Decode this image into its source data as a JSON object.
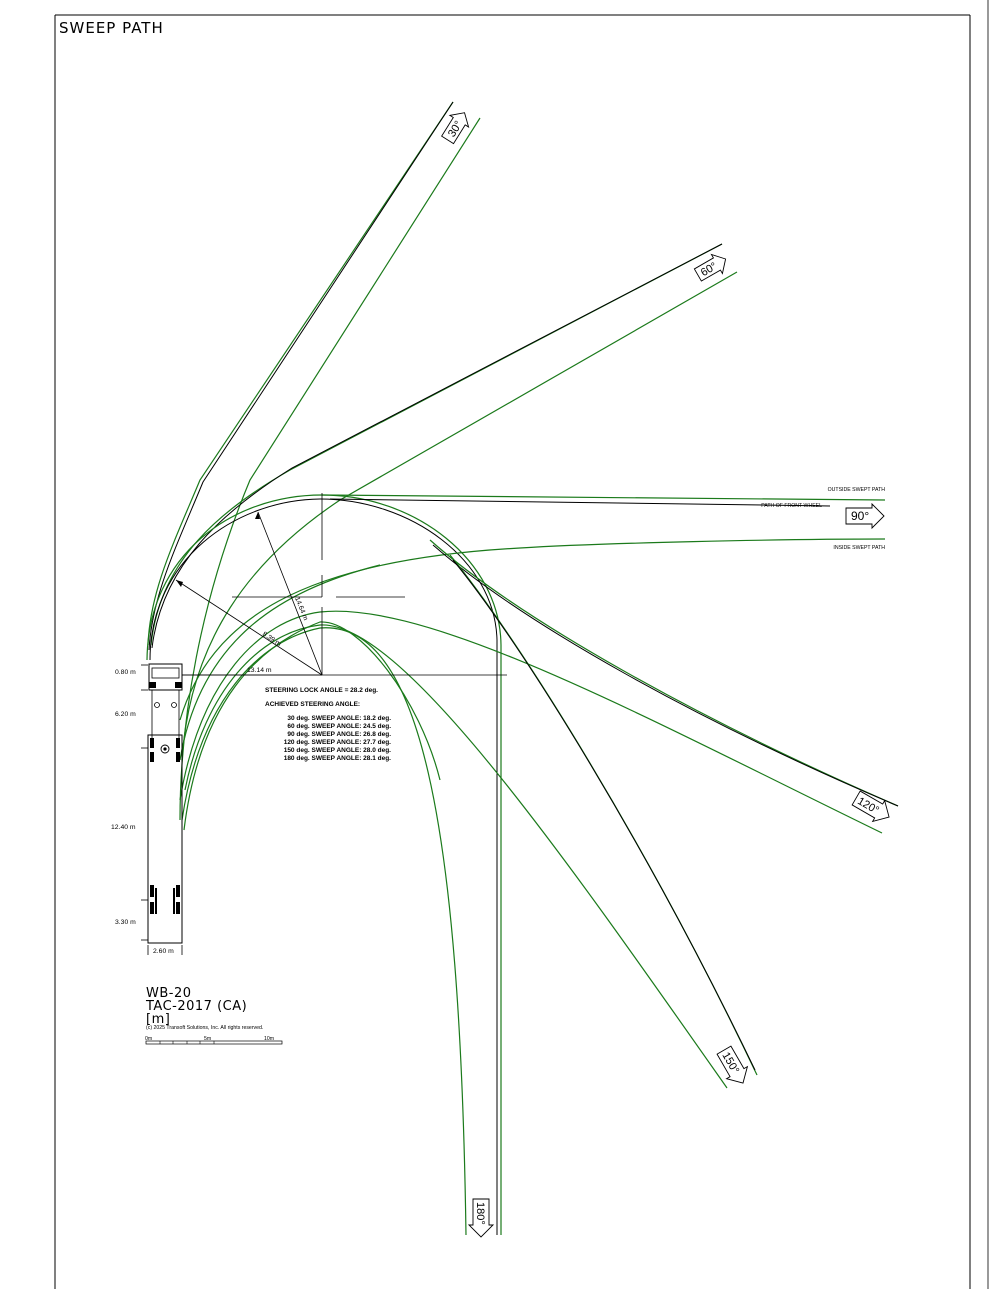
{
  "title": "SWEEP PATH",
  "labels": {
    "outside": "OUTSIDE SWEPT PATH",
    "front": "PATH OF FRONT WHEEL",
    "inside": "INSIDE SWEPT PATH"
  },
  "arrows": {
    "a30": "30°",
    "a60": "60°",
    "a90": "90°",
    "a120": "120°",
    "a150": "150°",
    "a180": "180°"
  },
  "dimensions": {
    "d080": "0.80 m",
    "d620": "6.20 m",
    "d1240": "12.40 m",
    "d330": "3.30 m",
    "d260": "2.60 m",
    "d1314": "13.14 m",
    "d839": "8.39 m",
    "d1464": "14.64 m"
  },
  "steering": {
    "lock": "STEERING LOCK ANGLE = 28.2 deg.",
    "achieved": "ACHIEVED STEERING ANGLE:",
    "rows": [
      "30 deg. SWEEP ANGLE: 18.2 deg.",
      "60 deg. SWEEP ANGLE: 24.5 deg.",
      "90 deg. SWEEP ANGLE: 26.8 deg.",
      "120 deg. SWEEP ANGLE: 27.7 deg.",
      "150 deg. SWEEP ANGLE: 28.0 deg.",
      "180 deg. SWEEP ANGLE: 28.1 deg."
    ]
  },
  "vehicle": {
    "name": "WB-20",
    "standard": "TAC-2017 (CA)",
    "units": "[m]",
    "copyright": "(c) 2025 Transoft Solutions, Inc. All rights reserved.",
    "scale": [
      "0m",
      "5m",
      "10m"
    ]
  },
  "colors": {
    "path": "#1b7a1b",
    "line": "#000000"
  }
}
